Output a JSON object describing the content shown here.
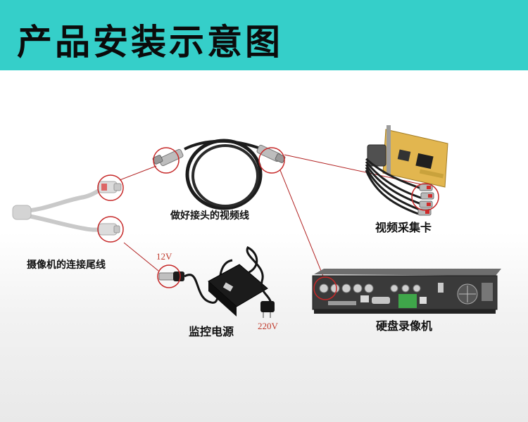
{
  "title": "产品安装示意图",
  "labels": {
    "camera_tail_cable": "摄像机的连接尾线",
    "connector_video_cable": "做好接头的视频线",
    "capture_card": "视频采集卡",
    "dvr": "硬盘录像机",
    "power_supply": "监控电源"
  },
  "voltages": {
    "dc_out": "12V",
    "ac_in": "220V"
  },
  "colors": {
    "banner": "#35cfc9",
    "connector_line": "#b22222",
    "voltage_text": "#c0392b"
  }
}
